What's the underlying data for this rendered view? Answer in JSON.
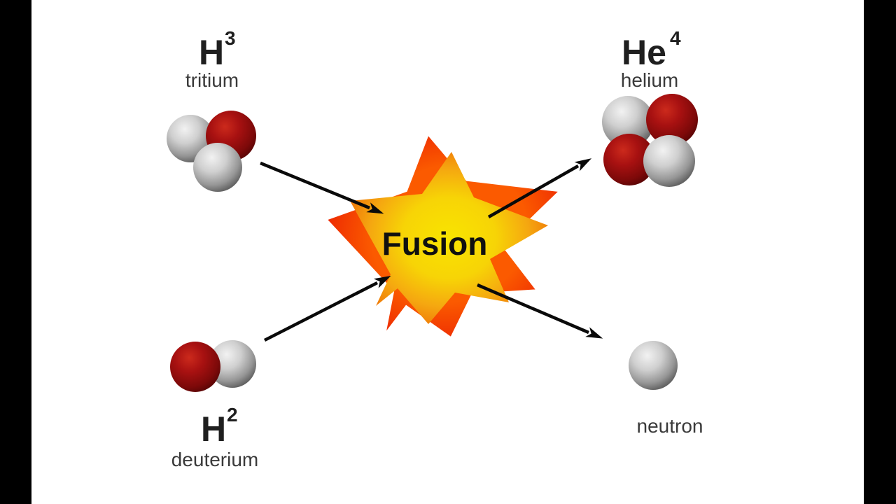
{
  "diagram": {
    "type": "nuclear-fusion-reaction",
    "center_label": "Fusion",
    "nodes": {
      "tritium": {
        "symbol": "H",
        "mass": "3",
        "name": "tritium"
      },
      "deuterium": {
        "symbol": "H",
        "mass": "2",
        "name": "deuterium"
      },
      "helium": {
        "symbol": "He",
        "mass": "4",
        "name": "helium"
      },
      "neutron": {
        "name": "neutron"
      }
    },
    "arrows": [
      {
        "from": "tritium",
        "to": "fusion"
      },
      {
        "from": "deuterium",
        "to": "fusion"
      },
      {
        "from": "fusion",
        "to": "helium"
      },
      {
        "from": "fusion",
        "to": "neutron"
      }
    ],
    "colors": {
      "background": "#ffffff",
      "pillarbox": "#000000",
      "arrow": "#0a0a0a",
      "star_core": "#f9e400",
      "star_mid": "#f5a710",
      "star_edge": "#ec5a05",
      "star_back_red": "#e91a02",
      "proton_red": "#a81111",
      "neutron_gray": "#c9c9c9",
      "label_dark": "#1f1f1f",
      "label_gray": "#3a3a3a"
    }
  }
}
